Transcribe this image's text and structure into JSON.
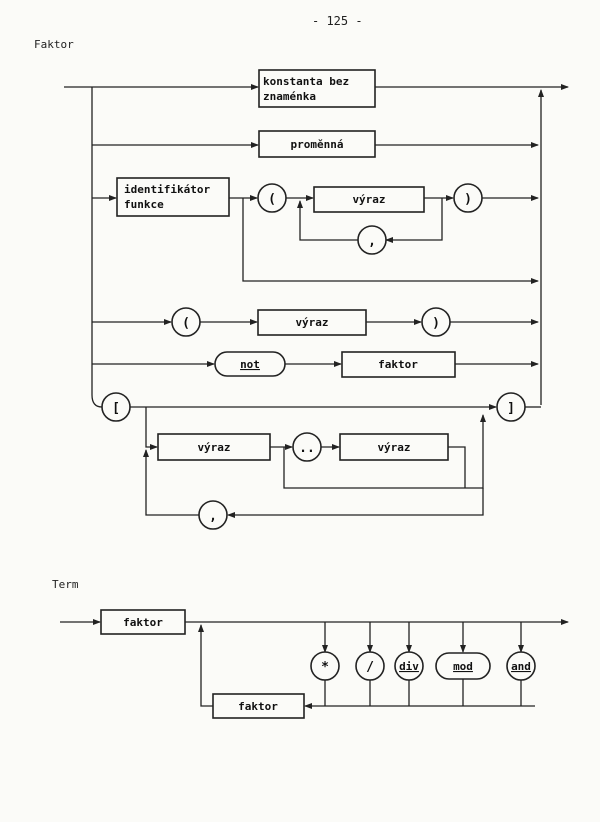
{
  "page_number": "- 125 -",
  "sections": {
    "faktor": {
      "title": "Faktor",
      "boxes": {
        "konstanta_line1": "konstanta bez",
        "konstanta_line2": "znaménka",
        "promenna": "proměnná",
        "identifikator_line1": "identifikátor",
        "identifikator_line2": "funkce",
        "vyraz": "výraz",
        "faktor": "faktor"
      },
      "symbols": {
        "lparen": "(",
        "rparen": ")",
        "comma": ",",
        "not": "not",
        "lbracket": "[",
        "rbracket": "]",
        "range": ".."
      }
    },
    "term": {
      "title": "Term",
      "boxes": {
        "faktor": "faktor"
      },
      "operators": [
        "*",
        "/",
        "div",
        "mod",
        "and"
      ]
    }
  }
}
